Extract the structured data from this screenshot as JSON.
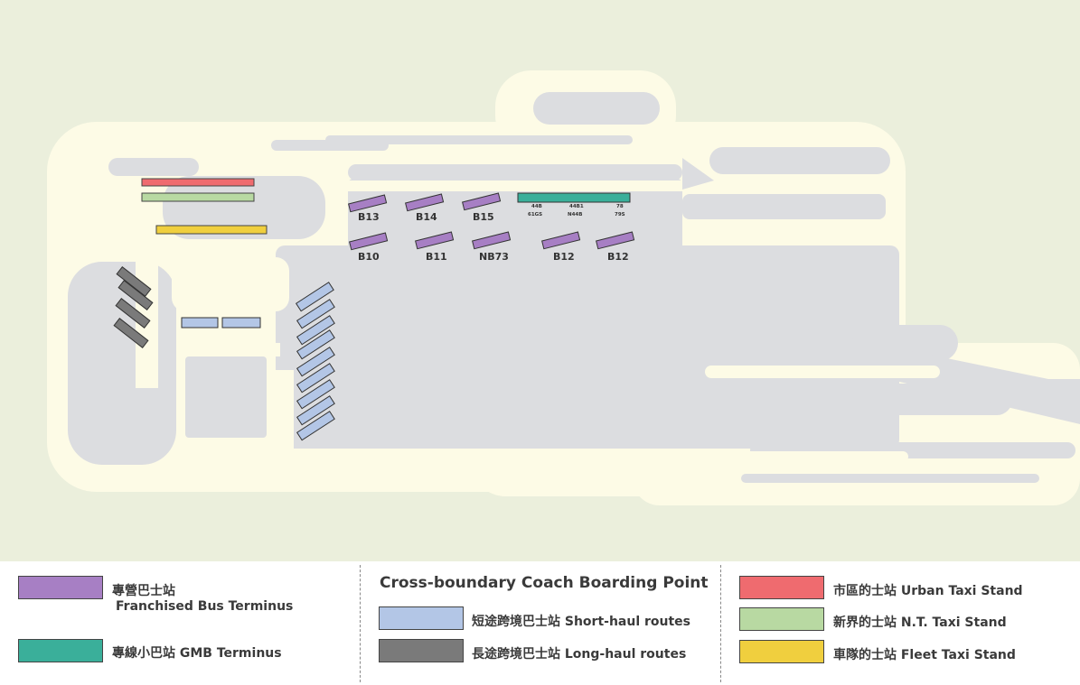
{
  "map": {
    "colors": {
      "background": "#ebefdc",
      "footprint": "#fdfbe6",
      "paved": "#dcdde0",
      "franchised_bus": "#a77fc4",
      "gmb": "#3aaf9a",
      "short_haul": "#b3c6e6",
      "long_haul": "#7a7a7a",
      "urban_taxi": "#ef6b6f",
      "nt_taxi": "#b8d9a2",
      "fleet_taxi": "#f0cf3e"
    },
    "bays_row1": [
      {
        "label": "B13"
      },
      {
        "label": "B14"
      },
      {
        "label": "B15"
      }
    ],
    "bays_row2": [
      {
        "label": "B10"
      },
      {
        "label": "B11"
      },
      {
        "label": "NB73"
      },
      {
        "label": "B12"
      },
      {
        "label": "B12"
      }
    ],
    "gmb_routes": {
      "col1_line1": "44B",
      "col1_line2": "61GS",
      "col2_line1": "44B1",
      "col2_line2": "N44B",
      "col3_line1": "78",
      "col3_line2": "79S"
    }
  },
  "legend": {
    "franchised_bus": {
      "zh": "專營巴士站",
      "en": "Franchised Bus Terminus"
    },
    "gmb": {
      "label": "專線小巴站 GMB Terminus"
    },
    "coach_title": "Cross-boundary Coach Boarding Point",
    "short_haul": {
      "label": "短途跨境巴士站 Short-haul routes"
    },
    "long_haul": {
      "label": "長途跨境巴士站 Long-haul routes"
    },
    "urban_taxi": {
      "label": "市區的士站 Urban Taxi Stand"
    },
    "nt_taxi": {
      "label": "新界的士站 N.T. Taxi Stand"
    },
    "fleet_taxi": {
      "label": "車隊的士站 Fleet Taxi Stand"
    }
  }
}
